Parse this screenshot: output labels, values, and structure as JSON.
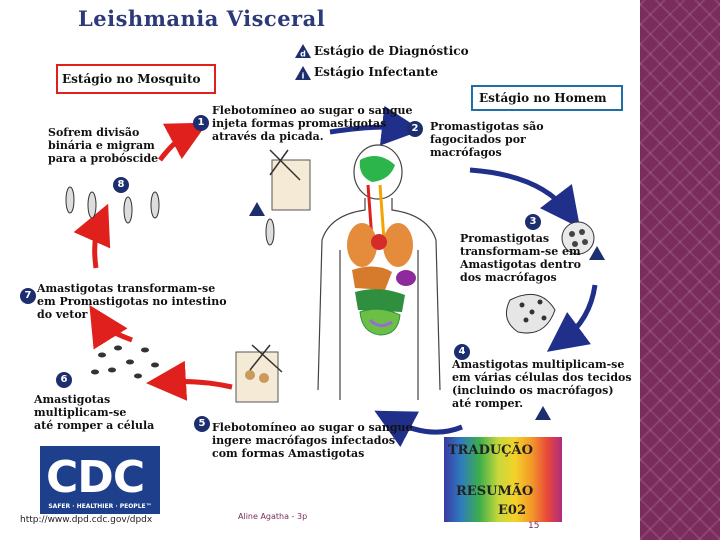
{
  "title": "Leishmania Visceral",
  "legend": {
    "diagnostic_symbol": "d",
    "diagnostic_label": "Estágio de Diagnóstico",
    "infective_symbol": "i",
    "infective_label": "Estágio Infectante"
  },
  "mosquito_stage": "Estágio no Mosquito",
  "human_stage": "Estágio no Homem",
  "steps": [
    {
      "num": "1",
      "text": "Flebotomíneo ao sugar o sangue\ninjeta formas promastigotas\natravés da picada."
    },
    {
      "num": "2",
      "text": "Promastigotas são\nfagocitados por\nmacrófagos"
    },
    {
      "num": "3",
      "text": "Promastigotas\ntransformam-se em\nAmastigotas dentro\ndos macrófagos"
    },
    {
      "num": "4",
      "text": "Amastigotas multiplicam-se\nem várias células dos tecidos\n(incluindo os macrófagos)\naté romper."
    },
    {
      "num": "5",
      "text": "Flebotomíneo ao sugar o sangue\ningere macrófagos infectados\ncom formas Amastigotas"
    },
    {
      "num": "6",
      "text": "Amastigotas\nmultiplicam-se\naté romper a célula"
    },
    {
      "num": "7",
      "text": "Amastigotas transformam-se\nem Promastigotas no intestino\ndo vetor"
    },
    {
      "num": "8",
      "text": "Sofrem divisão\nbinária e migram\npara a probóscide"
    }
  ],
  "cdc": {
    "logo": "CDC",
    "tagline": "SAFER · HEALTHIER · PEOPLE™"
  },
  "url": "http://www.dpd.cdc.gov/dpdx",
  "footer": "Aline Agatha - 3p",
  "page_number": "15",
  "badge": {
    "line1": "TRADUÇÃO",
    "line2": "RESUMÃO",
    "line3": "E02"
  },
  "colors": {
    "arrow_red": "#e0201c",
    "arrow_blue": "#1f2f8a",
    "number_bg": "#1d2e6e",
    "accent": "#7a2c5c"
  }
}
